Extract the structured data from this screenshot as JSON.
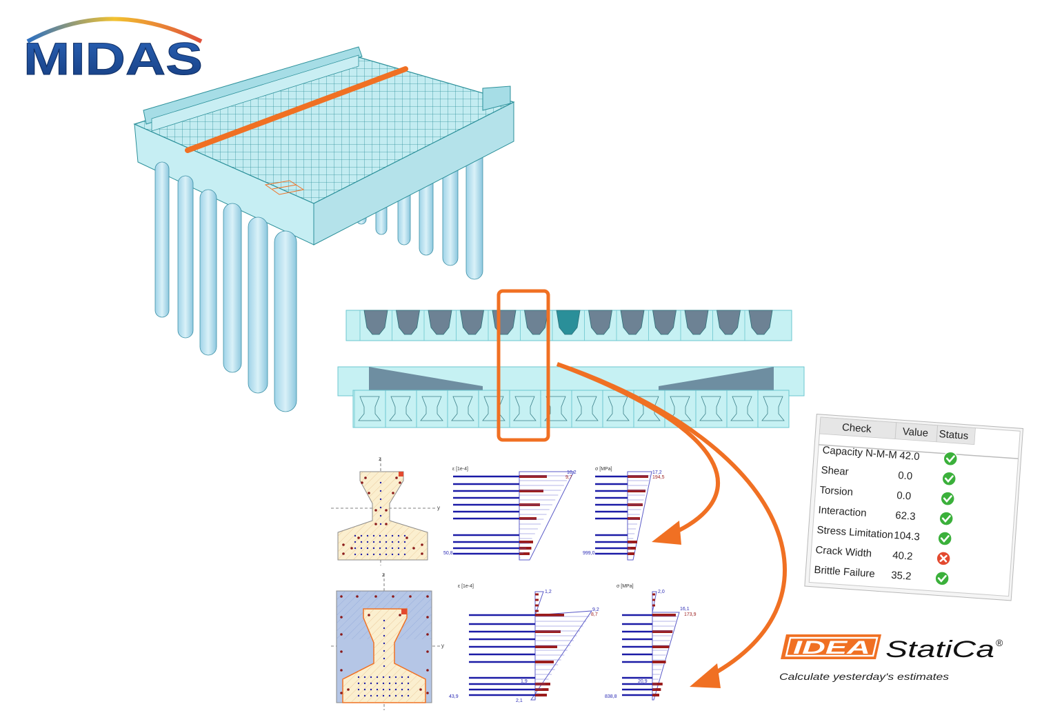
{
  "brand": {
    "midas_logo_text": "MIDAS",
    "idea_logo_text": "IDEA",
    "statica_text": "StatiCa",
    "registered_mark": "®",
    "tagline": "Calculate yesterday's estimates"
  },
  "colors": {
    "accent_orange": "#f07023",
    "mesh_cyan": "#bfe8ee",
    "mesh_edge": "#2a8f99",
    "rebar_blue": "#1a1aa6",
    "stress_red": "#9b1c1c",
    "midas_blue": "#1f4e9c",
    "ok_green": "#3bb03b",
    "fail_red": "#e34a2f"
  },
  "strain_stress_1": {
    "strain_label": "ε [1e-4]",
    "stress_label": "σ [MPa]",
    "strain_top_a": "10,2",
    "strain_top_b": "9,7",
    "strain_bottom": "50,8",
    "stress_top_a": "17,2",
    "stress_top_b": "194,5",
    "stress_bottom": "999,0"
  },
  "strain_stress_2": {
    "strain_label": "ε [1e-4]",
    "stress_label": "σ [MPa]",
    "strain_top": "1,2",
    "strain_mid_a": "9,2",
    "strain_mid_b": "8,7",
    "strain_low": "1,9",
    "strain_bottom_a": "43,9",
    "strain_bottom_b": "2,1",
    "stress_top": "2,0",
    "stress_mid_a": "16,1",
    "stress_mid_b": "173,9",
    "stress_low": "20,9",
    "stress_bottom": "838,8"
  },
  "check_table": {
    "headers": [
      "Check",
      "Value",
      "Status"
    ],
    "rows": [
      {
        "check": "Capacity N-M-M",
        "value": "42.0",
        "status": "ok"
      },
      {
        "check": "Shear",
        "value": "0.0",
        "status": "ok"
      },
      {
        "check": "Torsion",
        "value": "0.0",
        "status": "ok"
      },
      {
        "check": "Interaction",
        "value": "62.3",
        "status": "ok"
      },
      {
        "check": "Stress Limitation",
        "value": "104.3",
        "status": "ok"
      },
      {
        "check": "Crack Width",
        "value": "40.2",
        "status": "fail"
      },
      {
        "check": "Brittle Failure",
        "value": "35.2",
        "status": "ok"
      }
    ]
  }
}
